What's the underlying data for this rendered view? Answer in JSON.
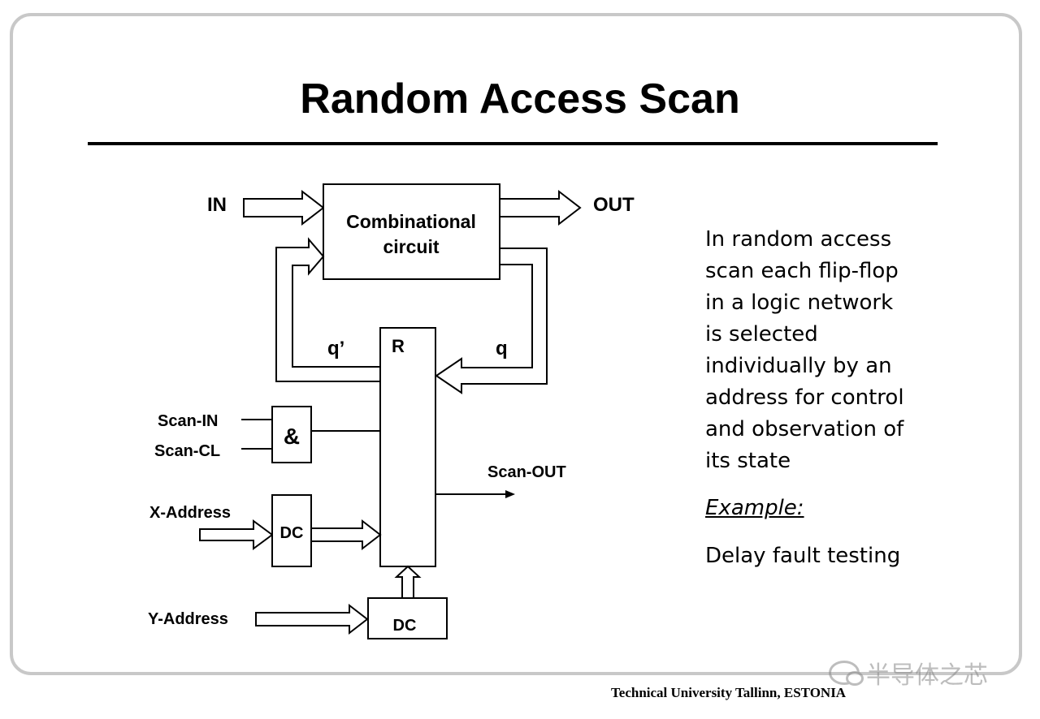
{
  "slide": {
    "title": "Random Access Scan",
    "footer": "Technical University Tallinn, ESTONIA",
    "watermark": "半导体之芯"
  },
  "diagram": {
    "in_label": "IN",
    "out_label": "OUT",
    "comb_line1": "Combinational",
    "comb_line2": "circuit",
    "register_label": "R",
    "q_prime_label": "q’",
    "q_label": "q",
    "scan_in_label": "Scan-IN",
    "scan_cl_label": "Scan-CL",
    "and_gate_label": "&",
    "scan_out_label": "Scan-OUT",
    "x_address_label": "X-Address",
    "y_address_label": "Y-Address",
    "dc_x_label": "DC",
    "dc_y_label": "DC"
  },
  "description": {
    "lines": [
      "In random access",
      "scan each flip-flop",
      "in a logic network",
      "is selected",
      "individually by an",
      "address for control",
      "and observation of",
      "its state"
    ],
    "example_heading": "Example:",
    "example_text": "Delay fault testing"
  }
}
